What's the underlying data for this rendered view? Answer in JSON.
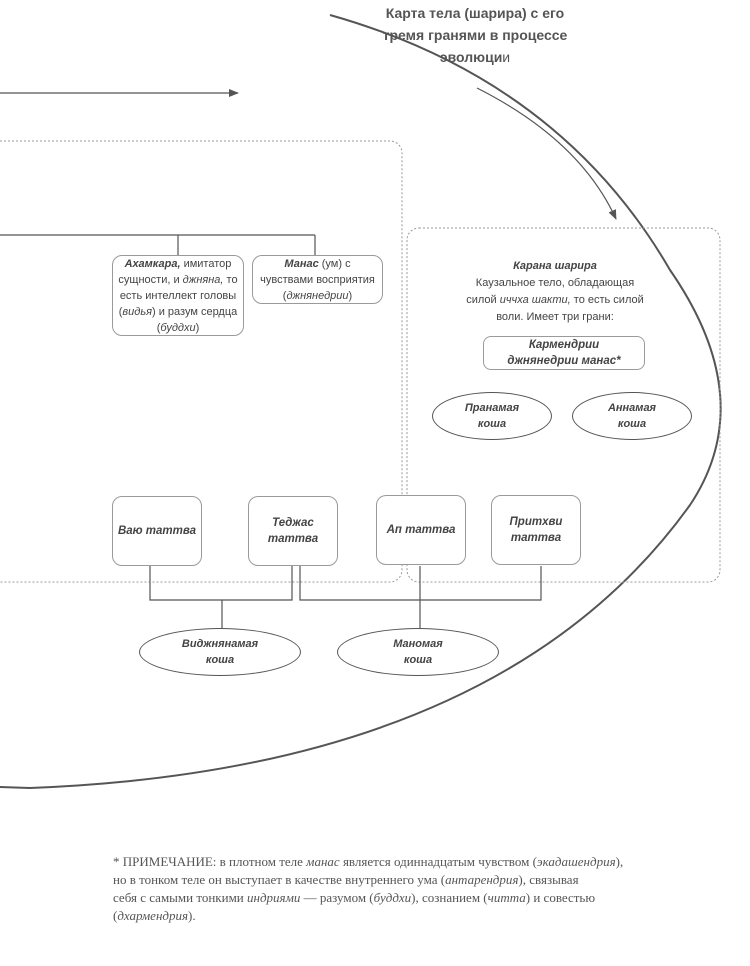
{
  "title": {
    "line1": "Карта тела (шарира) с его",
    "line2": "тремя гранями в процессе",
    "line3_bold": "эволюци",
    "line3_normal": "и"
  },
  "ahamkara_box": {
    "name": "Ахамкара,",
    "t1": " имитатор",
    "t2": "сущности, и ",
    "t3": "джняна,",
    "t4": " то",
    "t5": "есть интеллект головы",
    "t6": "видья",
    "t7": ") и разум сердца",
    "t8": "буддхи"
  },
  "manas_box": {
    "name": "Манас",
    "t1": "  (ум) с",
    "t2": "чувствами восприятия",
    "t3": "джнянедрии"
  },
  "karana_panel": {
    "heading": "Карана шарира",
    "line1": "Каузальное тело, обладающая",
    "line2a": "силой ",
    "line2b": "иччха шакти,",
    "line2c": " то есть силой",
    "line3": "воли. Имеет три грани:",
    "facets_line1": "Кармендрии",
    "facets_line2": "джнянедрии манас*"
  },
  "koshas": {
    "pranamaya": [
      "Пранамая",
      "коша"
    ],
    "annamaya": [
      "Аннамая",
      "коша"
    ],
    "vijnanamaya": [
      "Виджнянамая",
      "коша"
    ],
    "manomaya": [
      "Маномая",
      "коша"
    ]
  },
  "tattvas": {
    "vayu": "Ваю таттва",
    "tejas": "Теджас таттва",
    "ap": "Ап таттва",
    "prithvi_line1": "Притхви",
    "prithvi_line2": "таттва"
  },
  "note": {
    "p1": "* ПРИМЕЧАНИЕ: в плотном теле ",
    "p2": "манас",
    "p3": " является одиннадцатым чувством (",
    "p4": "экадашендрия",
    "p5": "),",
    "p6": "но в тонком теле он выступает в качестве внутреннего ума (",
    "p7": "антарендрия",
    "p8": "), связывая",
    "p9": "себя с самыми тонкими ",
    "p10": "индриями",
    "p11": " — разумом (",
    "p12": "буддхи",
    "p13": "), сознанием (",
    "p14": "читта",
    "p15": ") и совестью",
    "p16": "(",
    "p17": "дхармендрия",
    "p18": ")."
  },
  "colors": {
    "line": "#555555",
    "dotted_border": "#9a9a9a",
    "text": "#444444"
  }
}
